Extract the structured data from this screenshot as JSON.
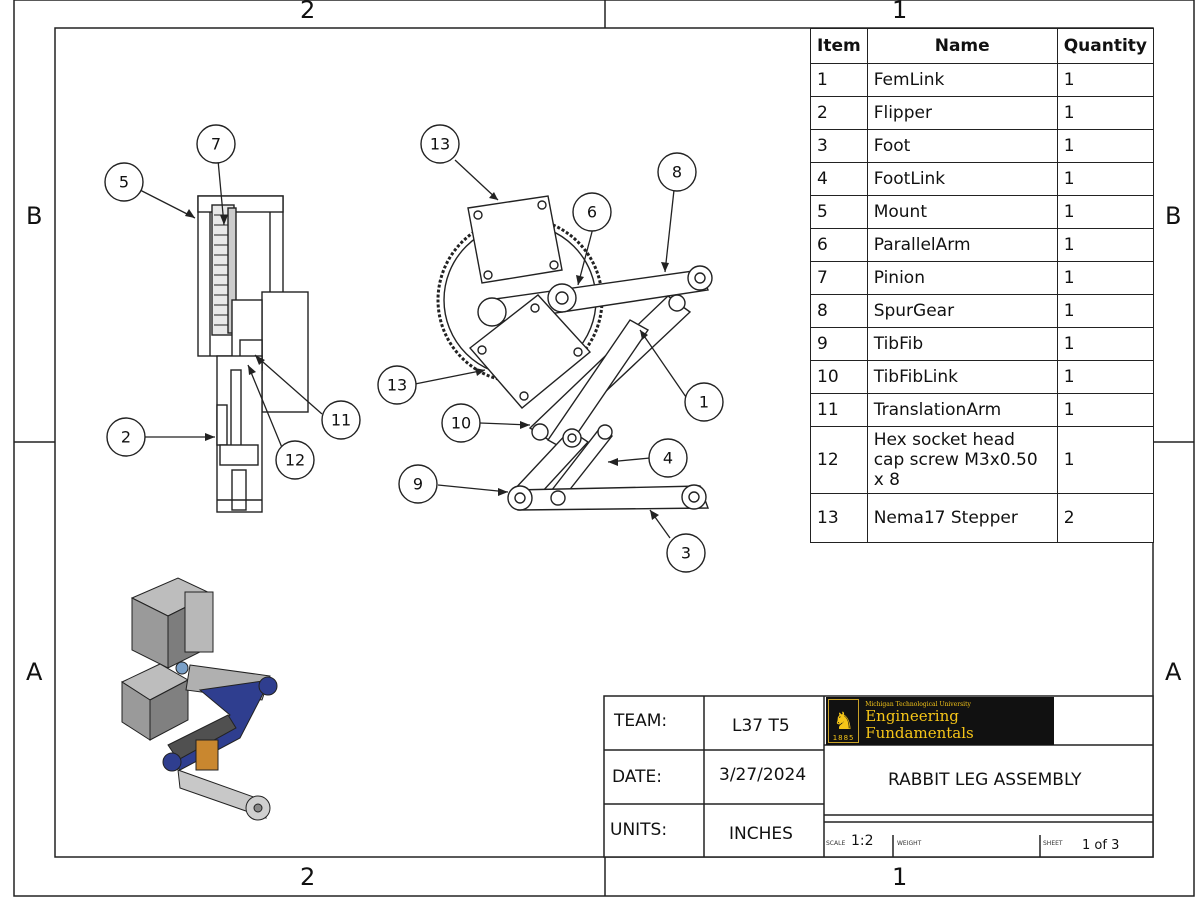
{
  "zones": {
    "top_left": "2",
    "top_right": "1",
    "bottom_left": "2",
    "bottom_right": "1",
    "left_upper": "B",
    "left_lower": "A",
    "right_upper": "B",
    "right_lower": "A"
  },
  "bom": {
    "headers": {
      "item": "Item",
      "name": "Name",
      "quantity": "Quantity"
    },
    "rows": [
      {
        "item": "1",
        "name": "FemLink",
        "qty": "1"
      },
      {
        "item": "2",
        "name": "Flipper",
        "qty": "1"
      },
      {
        "item": "3",
        "name": "Foot",
        "qty": "1"
      },
      {
        "item": "4",
        "name": "FootLink",
        "qty": "1"
      },
      {
        "item": "5",
        "name": "Mount",
        "qty": "1"
      },
      {
        "item": "6",
        "name": "ParallelArm",
        "qty": "1"
      },
      {
        "item": "7",
        "name": "Pinion",
        "qty": "1"
      },
      {
        "item": "8",
        "name": "SpurGear",
        "qty": "1"
      },
      {
        "item": "9",
        "name": "TibFib",
        "qty": "1"
      },
      {
        "item": "10",
        "name": "TibFibLink",
        "qty": "1"
      },
      {
        "item": "11",
        "name": "TranslationArm",
        "qty": "1"
      },
      {
        "item": "12",
        "name": "Hex socket head cap screw M3x0.50 x 8",
        "qty": "1"
      },
      {
        "item": "13",
        "name": "Nema17 Stepper",
        "qty": "2"
      }
    ]
  },
  "balloons": {
    "b5": "5",
    "b7": "7",
    "b2": "2",
    "b11": "11",
    "b12": "12",
    "b13a": "13",
    "b8": "8",
    "b6": "6",
    "b13b": "13",
    "b1": "1",
    "b10": "10",
    "b4": "4",
    "b9": "9",
    "b3": "3"
  },
  "title_block": {
    "team_label": "TEAM:",
    "team_value": "L37 T5",
    "date_label": "DATE:",
    "date_value": "3/27/2024",
    "units_label": "UNITS:",
    "units_value": "INCHES",
    "title": "RABBIT LEG ASSEMBLY",
    "scale_label": "SCALE",
    "scale_value": "1:2",
    "weight_label": "WEIGHT",
    "sheet_label": "SHEET",
    "sheet_value": "1 of 3",
    "logo": {
      "university": "Michigan Technological University",
      "program": "Engineering Fundamentals",
      "year": "1885",
      "color": "#f5c518"
    }
  }
}
